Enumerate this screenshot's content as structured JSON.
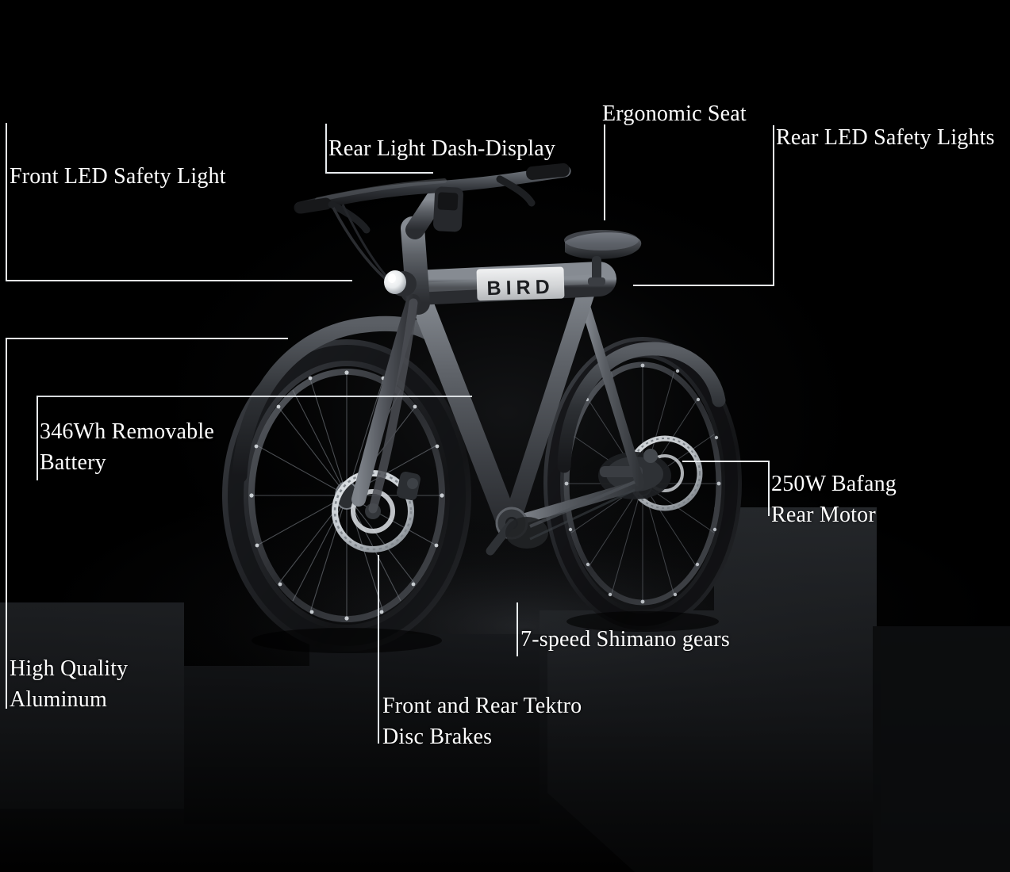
{
  "scene": {
    "background_color": "#000000",
    "accent_line_color": "#e8ecef",
    "text_color": "#ffffff",
    "brand": "BIRD",
    "product": "e-bike"
  },
  "callouts": [
    {
      "id": "front-led",
      "text": "Front LED Safety Light",
      "lines": 1
    },
    {
      "id": "dash-display",
      "text": "Rear Light Dash-Display",
      "lines": 1
    },
    {
      "id": "ergonomic-seat",
      "text": "Ergonomic Seat",
      "lines": 1
    },
    {
      "id": "rear-led",
      "text": "Rear LED Safety Lights",
      "lines": 1
    },
    {
      "id": "battery",
      "text": "346Wh Removable\nBattery",
      "lines": 2
    },
    {
      "id": "rear-motor",
      "text": "250W Bafang\nRear Motor",
      "lines": 2
    },
    {
      "id": "gears",
      "text": "7-speed Shimano gears",
      "lines": 1
    },
    {
      "id": "aluminum",
      "text": "High Quality\nAluminum",
      "lines": 2
    },
    {
      "id": "disc-brakes",
      "text": "Front and Rear Tektro\nDisc Brakes",
      "lines": 2
    }
  ],
  "bike": {
    "frame_logo": "BIRD",
    "frame_color": "#5e6268",
    "frame_dark": "#33363a",
    "tire_color": "#17181a",
    "accent_band": "#d8dadc",
    "led_color": "#f2f4f5"
  }
}
